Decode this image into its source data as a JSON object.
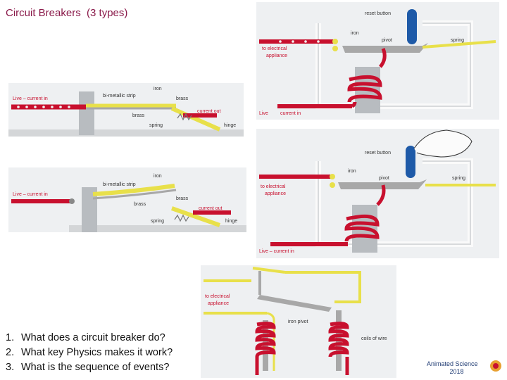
{
  "slide": {
    "title": "Circuit Breakers  (3 types)",
    "questions": [
      {
        "num": "1.",
        "text": "What does a circuit breaker do?"
      },
      {
        "num": "2.",
        "text": "What key Physics makes it work?"
      },
      {
        "num": "3.",
        "text": "What is the sequence of events?"
      }
    ],
    "brand": {
      "line1": "Animated Science",
      "line2": "2018"
    }
  },
  "diagram1": {
    "live": "Live – current in",
    "strip": "bi-metallic strip",
    "iron": "iron",
    "brass1": "brass",
    "brass2": "brass",
    "spring": "spring",
    "current_out": "current out",
    "hinge": "hinge"
  },
  "diagram2": {
    "live": "Live – current in",
    "strip": "bi-metallic strip",
    "iron": "iron",
    "brass1": "brass",
    "brass2": "brass",
    "spring": "spring",
    "current_out": "current out",
    "hinge": "hinge"
  },
  "diagram3": {
    "reset": "reset button",
    "iron": "iron",
    "pivot": "pivot",
    "spring": "spring",
    "appliance1": "to electrical",
    "appliance2": "appliance",
    "live": "Live",
    "current_in": "current in"
  },
  "diagram4": {
    "reset": "reset button",
    "iron": "iron",
    "pivot": "pivot",
    "spring": "spring",
    "appliance1": "to electrical",
    "appliance2": "appliance",
    "live": "Live – current in"
  },
  "diagram5": {
    "appliance1": "to electrical",
    "appliance2": "appliance",
    "iron_pivot": "iron pivot",
    "coils": "coils of wire"
  },
  "colors": {
    "title": "#8a1a4a",
    "wire": "#c8102e",
    "brass": "#e8e04a",
    "metal": "#a8a8a8",
    "button": "#1e5aa8"
  }
}
